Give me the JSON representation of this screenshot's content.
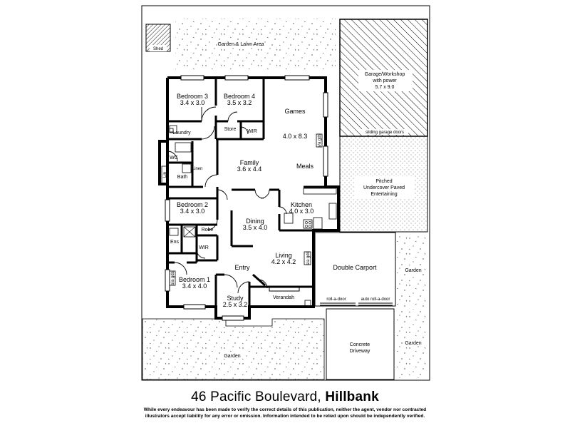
{
  "address": {
    "street": "46 Pacific Boulevard,",
    "suburb": "Hillbank"
  },
  "disclaimer": "While every endeavour has been made to verify the correct details of this publication, neither the agent, vendor nor contracted illustrators accept liability for any error or omission. Information intended to be relied upon should be independently verified.",
  "rooms": {
    "bedroom3": {
      "name": "Bedroom 3",
      "dims": "3.4 x 3.0"
    },
    "bedroom4": {
      "name": "Bedroom 4",
      "dims": "3.5 x 3.2"
    },
    "games": {
      "name": "Games",
      "dims": "4.0 x 8.3"
    },
    "family": {
      "name": "Family",
      "dims": "3.6 x 4.4"
    },
    "meals": {
      "name": "Meals"
    },
    "laundry": {
      "name": "Laundry"
    },
    "store": {
      "name": "Store"
    },
    "wir_top": {
      "name": "WIR"
    },
    "wc": {
      "name": "WC"
    },
    "bath": {
      "name": "Bath"
    },
    "linen": {
      "name": "Linen"
    },
    "bedroom2": {
      "name": "Bedroom 2",
      "dims": "3.4 x 3.0"
    },
    "kitchen": {
      "name": "Kitchen",
      "dims": "4.0 x 3.0"
    },
    "dining": {
      "name": "Dining",
      "dims": "3.5 x 4.0"
    },
    "robe": {
      "name": "Robe"
    },
    "ens": {
      "name": "Ens"
    },
    "wir_bottom": {
      "name": "WIR"
    },
    "living": {
      "name": "Living",
      "dims": "4.2 x 4.2"
    },
    "entry": {
      "name": "Entry"
    },
    "bedroom1": {
      "name": "Bedroom 1",
      "dims": "3.4 x 4.0"
    },
    "study": {
      "name": "Study",
      "dims": "2.5 x 3.2"
    },
    "verandah": {
      "name": "Verandah"
    },
    "double_carport": {
      "name": "Double Carport"
    }
  },
  "outdoor": {
    "shed": "Shed",
    "garden_lawn": "Garden & Lawn Area",
    "garage_line1": "Garage/Workshop",
    "garage_line2": "with power",
    "garage_line3": "5.7 x 9.0",
    "sliding_door": "sliding garage doors",
    "entertaining_line1": "Pitched",
    "entertaining_line2": "Undercover Paved",
    "entertaining_line3": "Entertaining",
    "garden_right_mid": "Garden",
    "garden_right_low": "Garden",
    "garden_front": "Garden",
    "driveway_line1": "Concrete",
    "driveway_line2": "Driveway",
    "roll_a_door": "roll-a-door",
    "auto_roll_a_door": "auto roll-a-door"
  },
  "fixtures": {
    "sliding_glass_door": "s/a gds",
    "linen_shelf": "Lin"
  }
}
